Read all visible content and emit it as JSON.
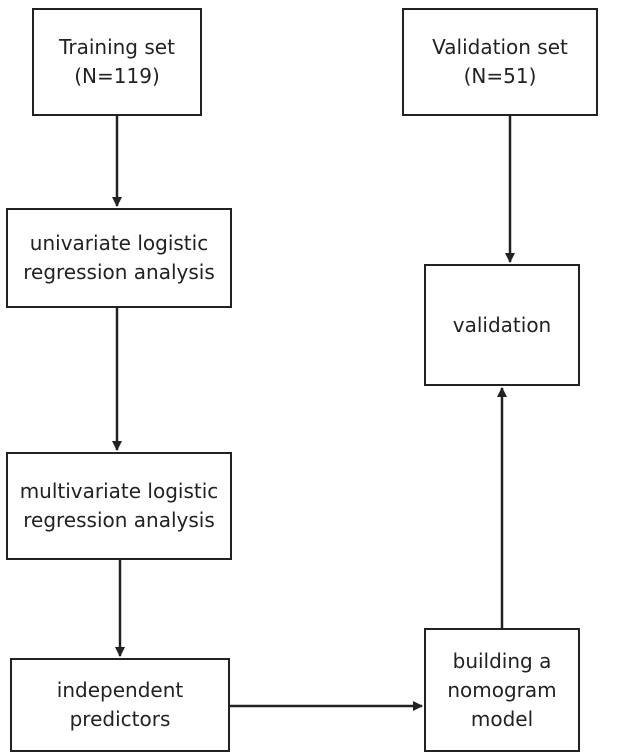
{
  "nodes": {
    "training_set": {
      "line1": "Training set",
      "line2": "(N=119)"
    },
    "validation_set": {
      "line1": "Validation set",
      "line2": "(N=51)"
    },
    "univariate": {
      "line1": "univariate logistic",
      "line2": "regression analysis"
    },
    "validation": {
      "line1": "validation"
    },
    "multivariate": {
      "line1": "multivariate logistic",
      "line2": "regression analysis"
    },
    "independent": {
      "line1": "independent",
      "line2": "predictors"
    },
    "building": {
      "line1": "building a",
      "line2": "nomogram",
      "line3": "model"
    }
  },
  "edges": [
    {
      "from": "training_set",
      "to": "univariate"
    },
    {
      "from": "univariate",
      "to": "multivariate"
    },
    {
      "from": "multivariate",
      "to": "independent"
    },
    {
      "from": "independent",
      "to": "building"
    },
    {
      "from": "building",
      "to": "validation"
    },
    {
      "from": "validation_set",
      "to": "validation"
    }
  ],
  "colors": {
    "line": "#222222",
    "box_border": "#222222",
    "text": "#222222",
    "background": "#ffffff"
  }
}
